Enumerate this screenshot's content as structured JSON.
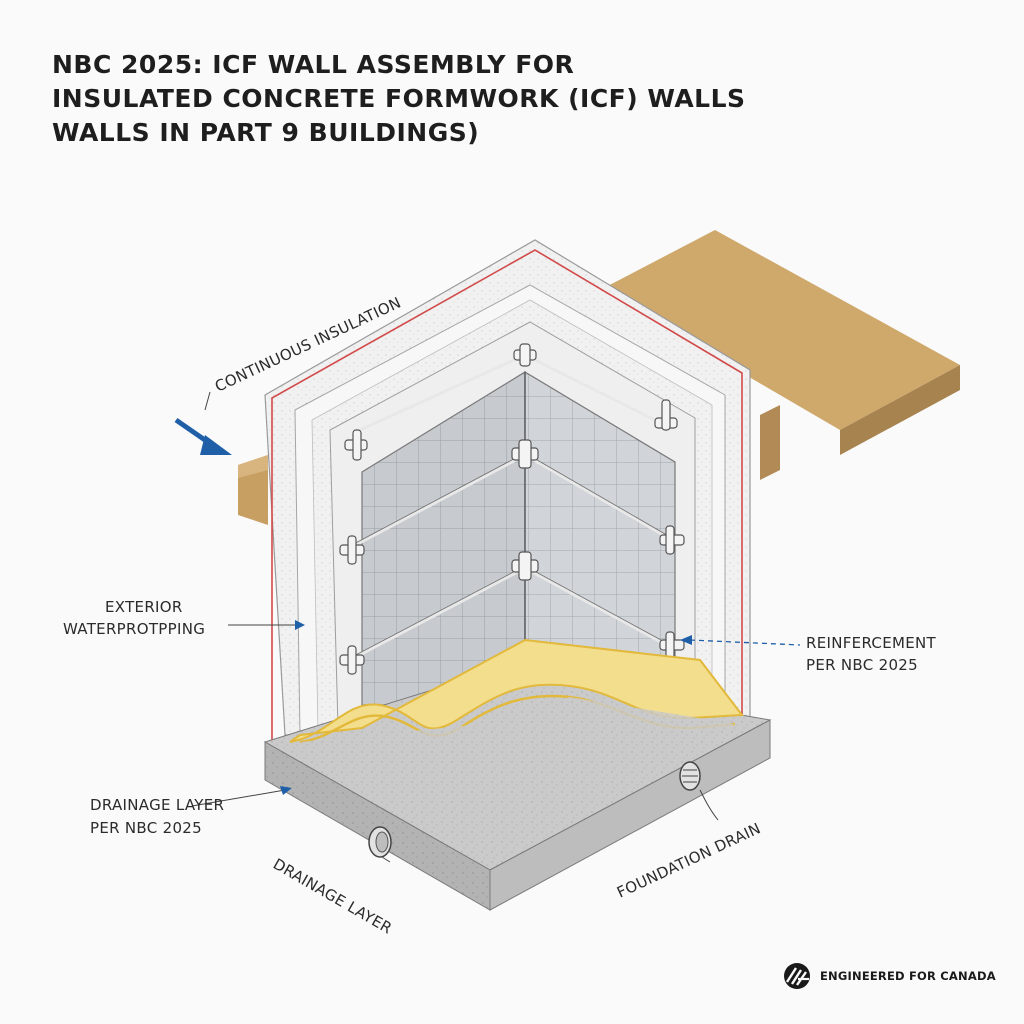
{
  "title": {
    "line1": "NBC 2025: ICF WALL ASSEMBLY FOR",
    "line2": "INSULATED CONCRETE FORMWORK (ICF) WALLS",
    "line3": "WALLS IN PART 9 BUILDINGS)"
  },
  "labels": {
    "continuous_insulation": "CONTINUOUS INSULATION",
    "exterior_waterproofing_1": "EXTERIOR",
    "exterior_waterproofing_2": "WATERPROTPPING",
    "reinforcement_1": "REINFERCEMENT",
    "reinforcement_2": "PER NBC 2025",
    "drainage_layer_nbc_1": "DRAINAGE LAYER",
    "drainage_layer_nbc_2": "PER NBC 2025",
    "drainage_layer": "DRAINAGE LAYER",
    "foundation_drain": "FOUNDATION DRAIN"
  },
  "brand": {
    "text": "ENGINEERED FOR CANADA",
    "logo_icon": "stripe-logo-icon"
  },
  "colors": {
    "timber": "#c9a46b",
    "concrete": "#c4c4c4",
    "waterproofing_line": "#d24a4a",
    "drainage": "#f2dc8a",
    "accent_arrow": "#1f5fa8"
  }
}
